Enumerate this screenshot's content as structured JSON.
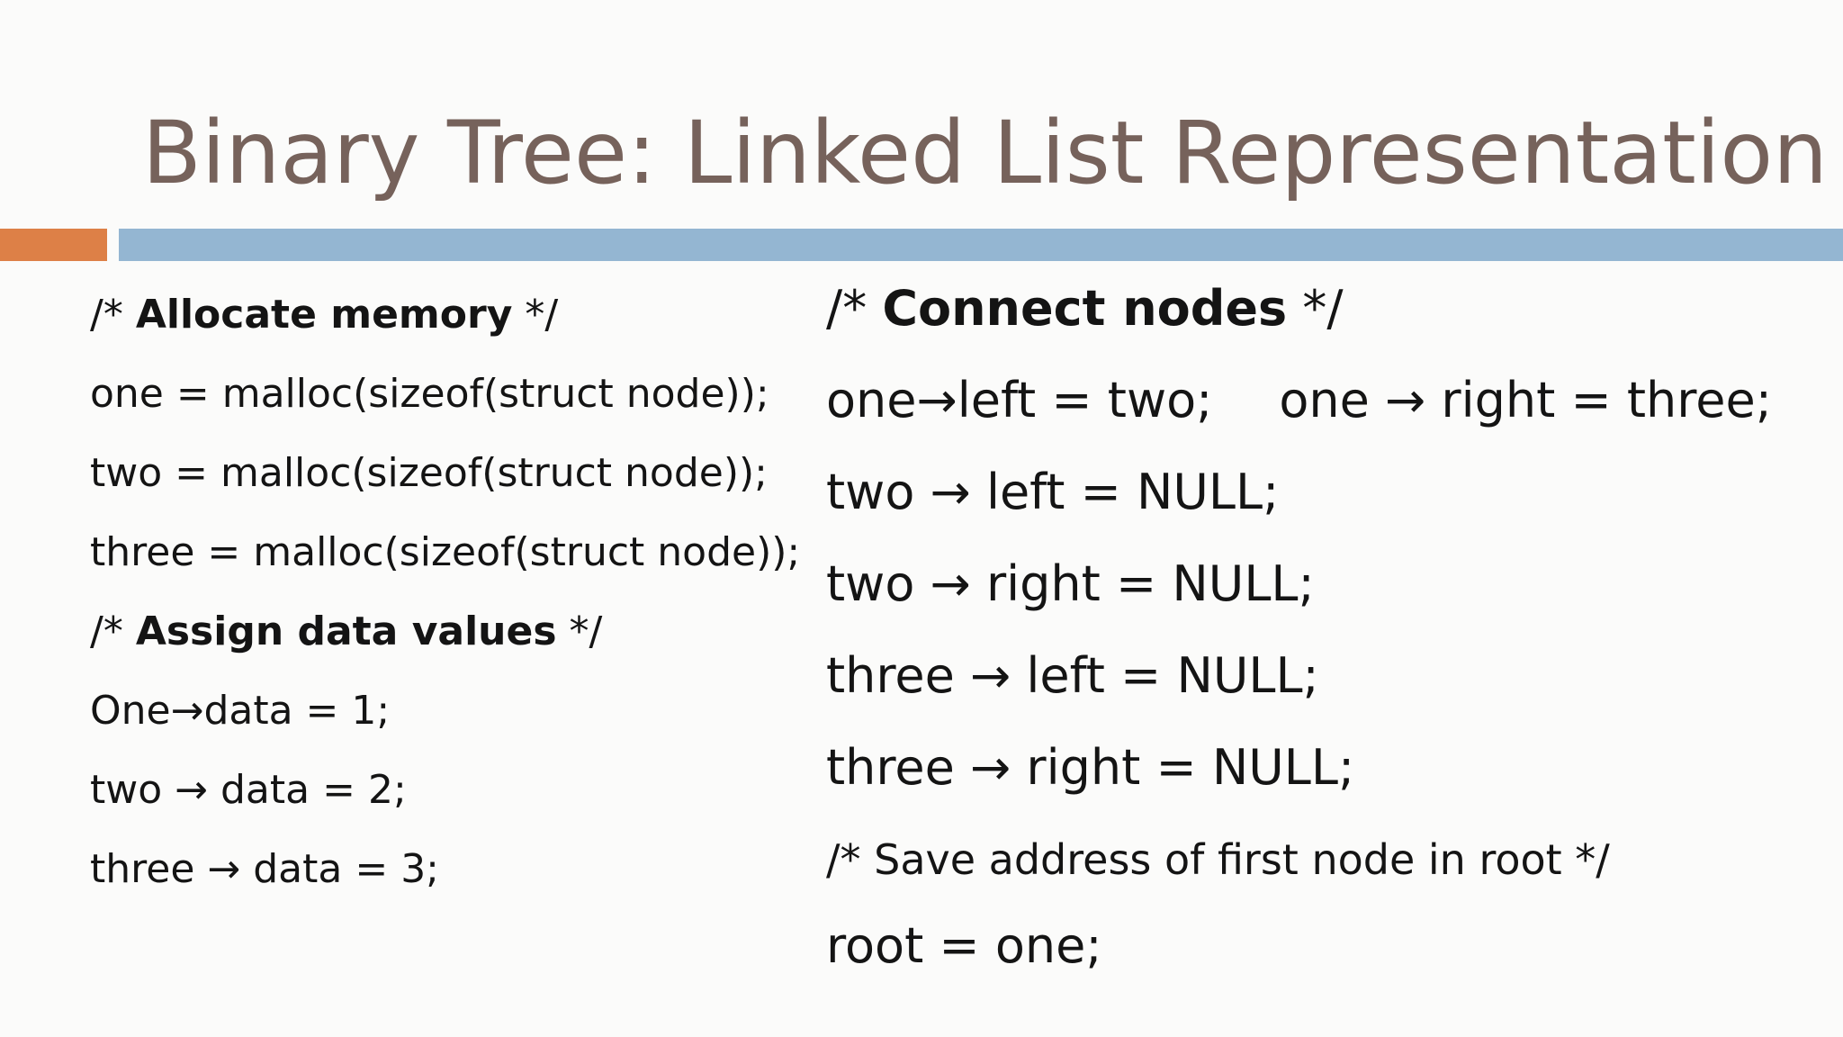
{
  "title": "Binary Tree: Linked List Representation",
  "colors": {
    "title": "#76625b",
    "accent_bar": "#dd8047",
    "main_bar": "#94b6d2",
    "text": "#141414",
    "background": "#fbfbfa"
  },
  "left": {
    "allocate_comment": {
      "open": "/* ",
      "bold": "Allocate memory",
      "close": " */"
    },
    "allocations": [
      "one = malloc(sizeof(struct node));",
      "two = malloc(sizeof(struct node));",
      "three = malloc(sizeof(struct node));"
    ],
    "assign_comment": {
      "open": "/* ",
      "bold": "Assign data values",
      "close": " */"
    },
    "assignments": [
      "One→data = 1;",
      "two → data = 2;",
      "three → data = 3;"
    ]
  },
  "right": {
    "connect_comment": {
      "open": "/* ",
      "bold": "Connect nodes",
      "close": " */"
    },
    "first_line": {
      "part1": "one→left = two;",
      "part2": "one → right = three;"
    },
    "links": [
      "two → left = NULL;",
      "two → right = NULL;",
      "three → left = NULL;",
      "three → right = NULL;"
    ],
    "save_comment": "/* Save address of first node in root */",
    "root_line": "root = one;"
  }
}
